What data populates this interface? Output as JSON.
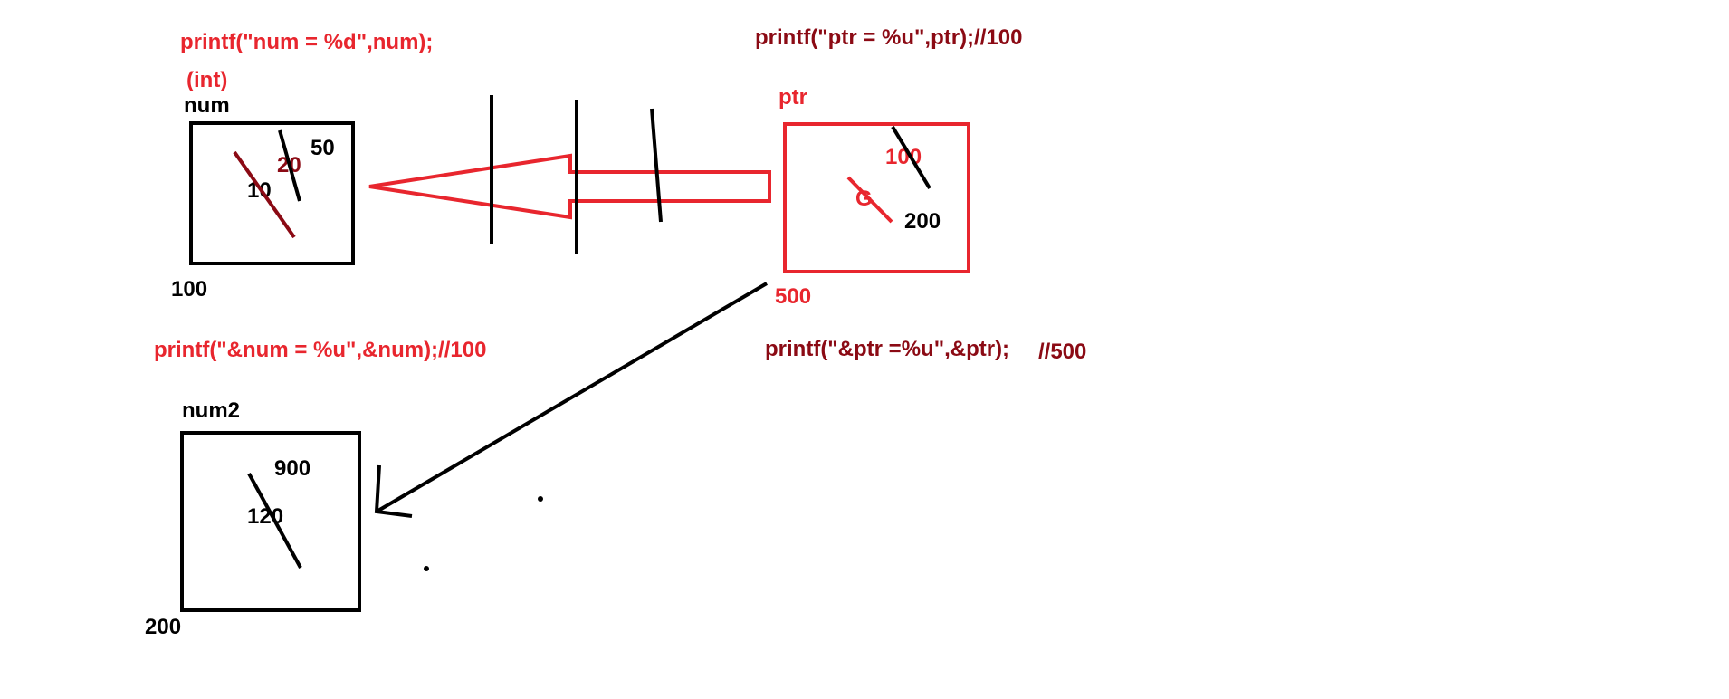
{
  "colors": {
    "red": "#e8262e",
    "dark_red": "#8b0a14",
    "black": "#000000",
    "background": "#ffffff"
  },
  "code": {
    "printf_num": "printf(\"num = %d\",num);",
    "printf_ptr": "printf(\"ptr = %u\",ptr);//100",
    "printf_addr_num": "printf(\"&num = %u\",&num);//100",
    "printf_addr_ptr": "printf(\"&ptr =%u\",&ptr);",
    "printf_addr_ptr_comment": "//500"
  },
  "num_box": {
    "type_label": "(int)",
    "name": "num",
    "values": [
      "50",
      "20",
      "10"
    ],
    "address": "100"
  },
  "ptr_box": {
    "name": "ptr",
    "values": [
      "100",
      "G",
      "200"
    ],
    "address": "500"
  },
  "num2_box": {
    "name": "num2",
    "values": [
      "900",
      "120"
    ],
    "address": "200"
  }
}
